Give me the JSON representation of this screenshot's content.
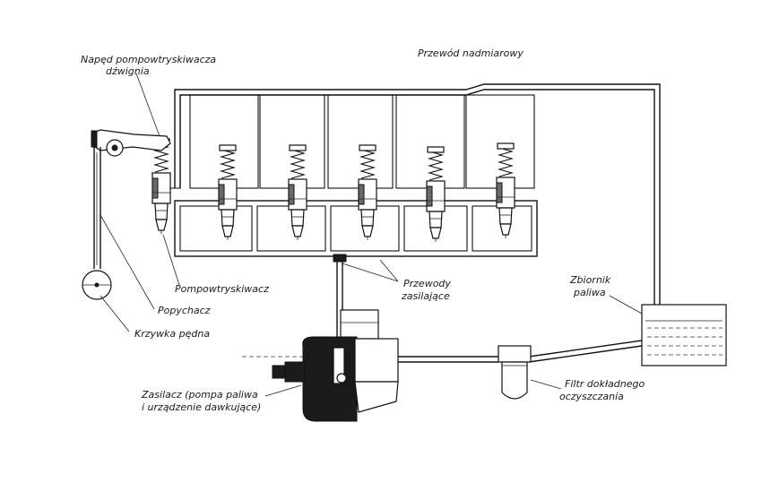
{
  "labels": {
    "naped_line1": "Napęd pompowtryskiwacza",
    "naped_line2": "dźwignia",
    "przewod_nadmiarowy": "Przewód nadmiarowy",
    "pompowtryskiwacz": "Pompowtryskiwacz",
    "popychacz": "Popychacz",
    "krzywka": "Krzywka pędna",
    "przewody_line1": "Przewody",
    "przewody_line2": "zasilające",
    "zbiornik_line1": "Zbiornik",
    "zbiornik_line2": "paliwa",
    "zasilacz_line1": "Zasilacz (pompa paliwa",
    "zasilacz_line2": "i urządzenie dawkujące)",
    "filtr_line1": "Filtr dokładnego",
    "filtr_line2": "oczyszczania"
  }
}
